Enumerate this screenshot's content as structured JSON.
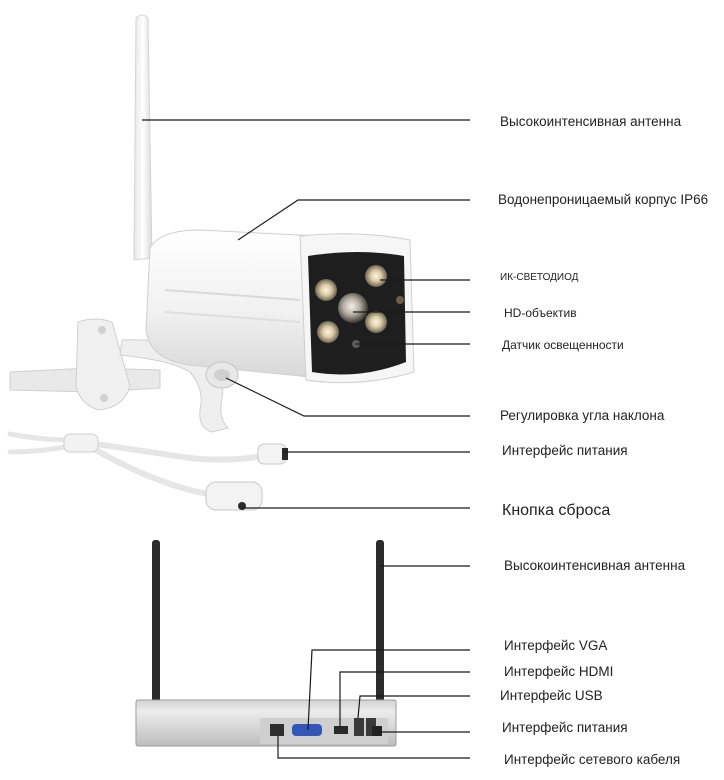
{
  "camera": {
    "labels": {
      "antenna": "Высокоинтенсивная антенна",
      "housing": "Водонепроницаемый корпус IP66",
      "ir_led": "ИК-СВЕТОДИОД",
      "hd_lens": "HD-объектив",
      "light_sensor": "Датчик освещенности",
      "tilt_adjust": "Регулировка угла наклона",
      "power_interface": "Интерфейс питания",
      "reset_button": "Кнопка сброса"
    }
  },
  "nvr": {
    "labels": {
      "antenna": "Высокоинтенсивная антенна",
      "vga": "Интерфейс VGA",
      "hdmi": "Интерфейс HDMI",
      "usb": "Интерфейс USB",
      "power": "Интерфейс питания",
      "network": "Интерфейс сетевого кабеля"
    }
  }
}
